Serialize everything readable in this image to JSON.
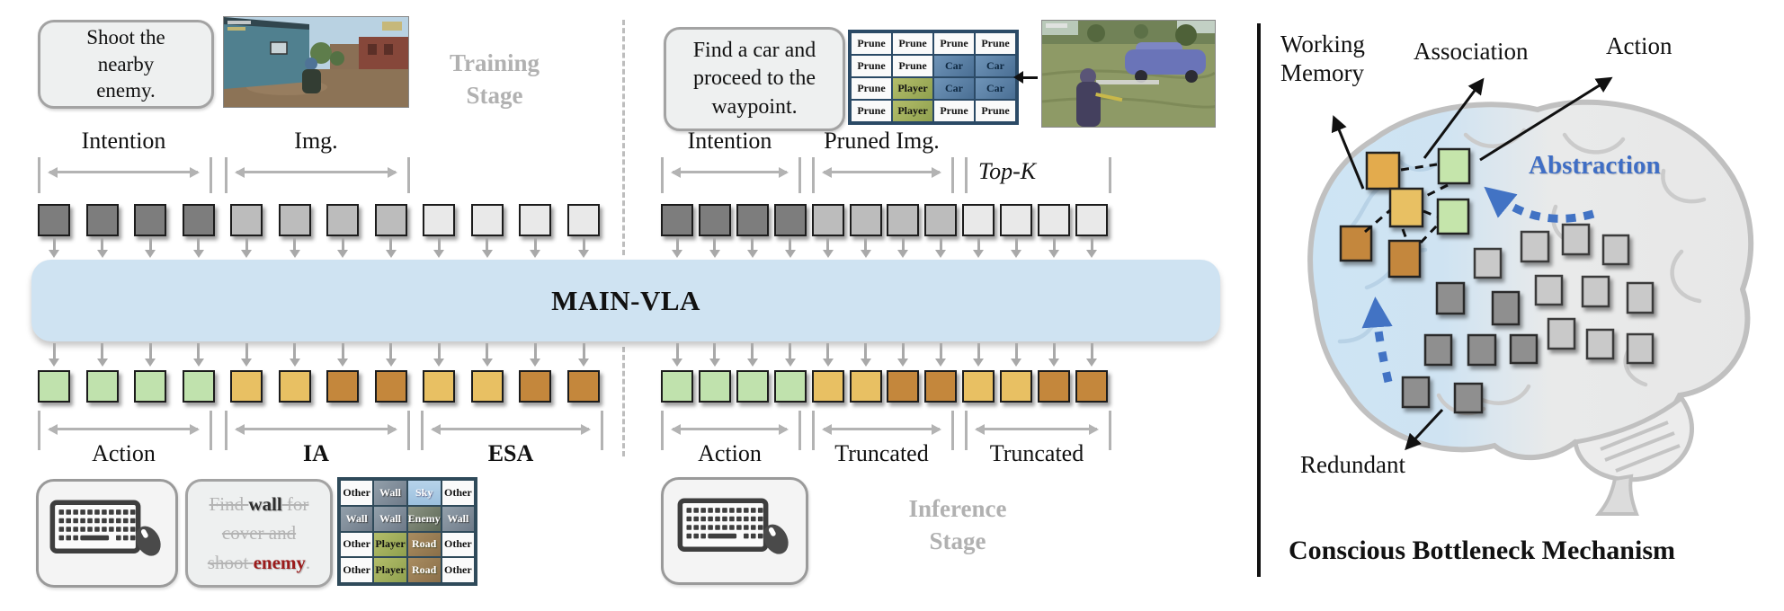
{
  "model": {
    "name": "MAIN-VLA"
  },
  "colors": {
    "token_dark": "#7d7d7d",
    "token_mid": "#bcbcbc",
    "token_light": "#e9e9e9",
    "token_green": "#c0e2ad",
    "token_amber": "#e8c063",
    "token_brown": "#c4873c",
    "model_box": "#cfe3f2",
    "accent_blue": "#4273c4",
    "strike_red": "#9b1b1b"
  },
  "tokens": {
    "input_pattern": [
      "dark",
      "dark",
      "dark",
      "dark",
      "mid",
      "mid",
      "mid",
      "mid",
      "light",
      "light",
      "light",
      "light"
    ],
    "output_pattern": [
      "green",
      "green",
      "green",
      "green",
      "amber",
      "amber",
      "brown",
      "brown",
      "amber",
      "amber",
      "brown",
      "brown"
    ]
  },
  "training": {
    "stage_label": "Training Stage",
    "intention_lines": [
      "Shoot the",
      "nearby",
      "enemy."
    ],
    "top_spans": [
      {
        "label": "Intention",
        "bold": false
      },
      {
        "label": "Img.",
        "bold": false
      }
    ],
    "bottom_spans": [
      {
        "label": "Action",
        "bold": false
      },
      {
        "label": "IA",
        "bold": true
      },
      {
        "label": "ESA",
        "bold": true
      }
    ],
    "strike_lines": [
      [
        {
          "text": "Find ",
          "strike": true,
          "style": "gray"
        },
        {
          "text": "wall",
          "strike": false,
          "style": "dark"
        },
        {
          "text": " for",
          "strike": true,
          "style": "gray"
        }
      ],
      [
        {
          "text": "cover and",
          "strike": true,
          "style": "gray"
        }
      ],
      [
        {
          "text": "shoot ",
          "strike": true,
          "style": "gray"
        },
        {
          "text": "enemy",
          "strike": false,
          "style": "red"
        },
        {
          "text": ".",
          "strike": false,
          "style": "gray"
        }
      ]
    ],
    "esa_table": [
      [
        "Other",
        "Wall",
        "Sky",
        "Other"
      ],
      [
        "Wall",
        "Wall",
        "Enemy",
        "Wall"
      ],
      [
        "Other",
        "Player",
        "Road",
        "Other"
      ],
      [
        "Other",
        "Player",
        "Road",
        "Other"
      ]
    ]
  },
  "inference": {
    "stage_label": "Inference Stage",
    "intention_lines": [
      "Find a car and",
      "proceed to the",
      "waypoint."
    ],
    "top_spans": [
      {
        "label": "Intention",
        "bold": false
      },
      {
        "label": "Pruned Img.",
        "bold": false
      }
    ],
    "topk_label": "Top-K",
    "bottom_spans": [
      {
        "label": "Action",
        "bold": false
      },
      {
        "label": "Truncated",
        "bold": false
      },
      {
        "label": "Truncated",
        "bold": false
      }
    ],
    "prune_table": [
      [
        "Prune",
        "Prune",
        "Prune",
        "Prune"
      ],
      [
        "Prune",
        "Prune",
        "Car",
        "Car"
      ],
      [
        "Prune",
        "Player",
        "Car",
        "Car"
      ],
      [
        "Prune",
        "Player",
        "Prune",
        "Prune"
      ]
    ]
  },
  "bottleneck": {
    "labels": {
      "working_memory": "Working Memory",
      "association": "Association",
      "action": "Action",
      "abstraction": "Abstraction",
      "redundant": "Redundant"
    },
    "caption": "Conscious Bottleneck Mechanism"
  }
}
